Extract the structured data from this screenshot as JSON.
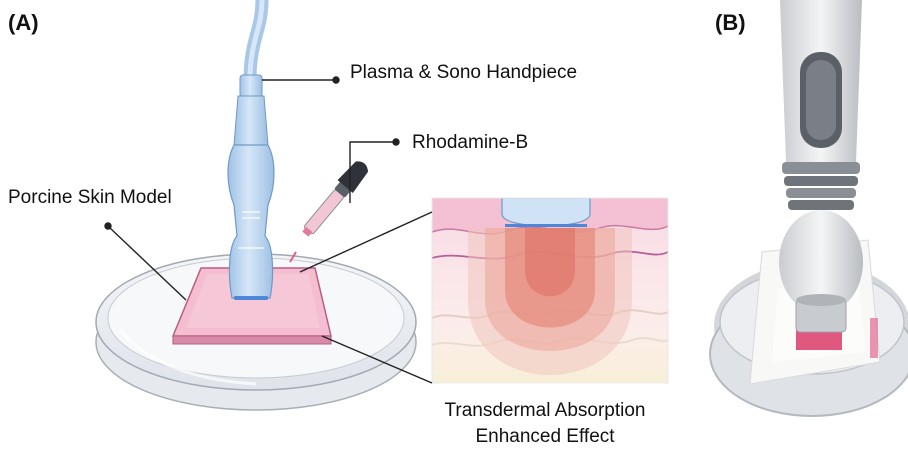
{
  "panels": {
    "a": "(A)",
    "b": "(B)"
  },
  "labels": {
    "handpiece": "Plasma & Sono Handpiece",
    "dye": "Rhodamine-B",
    "skin_model": "Porcine Skin Model",
    "effect_line1": "Transdermal Absorption",
    "effect_line2": "Enhanced Effect"
  },
  "colors": {
    "skin_pink": "#f2b8cc",
    "handpiece_blue": "#b9d4ef",
    "absorption_red": "#e0706a",
    "leader_line": "#222222"
  }
}
